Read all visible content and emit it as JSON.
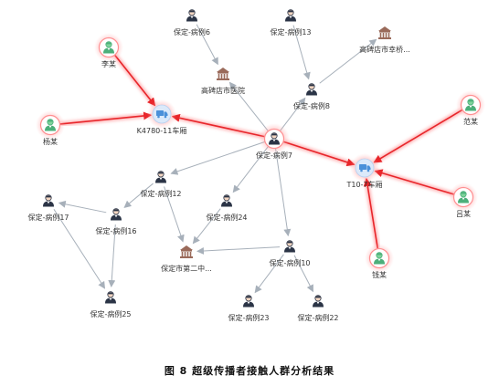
{
  "caption": "图 8 超级传播者接触人群分析结果",
  "colors": {
    "edge_normal": "#a7b0ba",
    "edge_highlight": "#e8262b",
    "glow": "#f24b4f",
    "person_dark": "#2b3446",
    "person_green": "#4caf7a",
    "place": "#9a6a5a",
    "vehicle": "#4a90d9"
  },
  "nodes": [
    {
      "id": "p6",
      "label": "保定-病例6",
      "kind": "case"
    },
    {
      "id": "p13",
      "label": "保定-病例13",
      "kind": "case"
    },
    {
      "id": "store",
      "label": "高碑店市幸桥...",
      "kind": "place"
    },
    {
      "id": "li",
      "label": "李某",
      "kind": "contact"
    },
    {
      "id": "hosp",
      "label": "高碑店市医院",
      "kind": "place"
    },
    {
      "id": "p8",
      "label": "保定-病例8",
      "kind": "case"
    },
    {
      "id": "fan",
      "label": "范某",
      "kind": "contact"
    },
    {
      "id": "k4780",
      "label": "K4780-11车厢",
      "kind": "vehicle"
    },
    {
      "id": "yang",
      "label": "杨某",
      "kind": "contact"
    },
    {
      "id": "p7",
      "label": "保定-病例7",
      "kind": "superspreader"
    },
    {
      "id": "t10",
      "label": "T10-7车厢",
      "kind": "vehicle"
    },
    {
      "id": "p12",
      "label": "保定-病例12",
      "kind": "case"
    },
    {
      "id": "lv",
      "label": "吕某",
      "kind": "contact"
    },
    {
      "id": "p17",
      "label": "保定-病例17",
      "kind": "case"
    },
    {
      "id": "p24",
      "label": "保定-病例24",
      "kind": "case"
    },
    {
      "id": "p16",
      "label": "保定-病例16",
      "kind": "case"
    },
    {
      "id": "school",
      "label": "保定市第二中...",
      "kind": "place"
    },
    {
      "id": "p10",
      "label": "保定-病例10",
      "kind": "case"
    },
    {
      "id": "qian",
      "label": "钱某",
      "kind": "contact"
    },
    {
      "id": "p25",
      "label": "保定-病例25",
      "kind": "case"
    },
    {
      "id": "p23",
      "label": "保定-病例23",
      "kind": "case"
    },
    {
      "id": "p22",
      "label": "保定-病例22",
      "kind": "case"
    }
  ],
  "edges": [
    {
      "from": "li",
      "to": "k4780",
      "highlight": true
    },
    {
      "from": "yang",
      "to": "k4780",
      "highlight": true
    },
    {
      "from": "p7",
      "to": "k4780",
      "highlight": true
    },
    {
      "from": "p7",
      "to": "t10",
      "highlight": true
    },
    {
      "from": "fan",
      "to": "t10",
      "highlight": true
    },
    {
      "from": "lv",
      "to": "t10",
      "highlight": true
    },
    {
      "from": "qian",
      "to": "t10",
      "highlight": true
    },
    {
      "from": "p6",
      "to": "hosp",
      "highlight": false
    },
    {
      "from": "p13",
      "to": "p8",
      "highlight": false
    },
    {
      "from": "p8",
      "to": "store",
      "highlight": false
    },
    {
      "from": "p7",
      "to": "hosp",
      "highlight": false
    },
    {
      "from": "p7",
      "to": "p8",
      "highlight": false
    },
    {
      "from": "p7",
      "to": "p12",
      "highlight": false
    },
    {
      "from": "p7",
      "to": "p24",
      "highlight": false
    },
    {
      "from": "p7",
      "to": "p10",
      "highlight": false
    },
    {
      "from": "p12",
      "to": "p16",
      "highlight": false
    },
    {
      "from": "p12",
      "to": "school",
      "highlight": false
    },
    {
      "from": "p24",
      "to": "school",
      "highlight": false
    },
    {
      "from": "p10",
      "to": "school",
      "highlight": false
    },
    {
      "from": "p16",
      "to": "p17",
      "highlight": false
    },
    {
      "from": "p16",
      "to": "p25",
      "highlight": false
    },
    {
      "from": "p17",
      "to": "p25",
      "highlight": false
    },
    {
      "from": "p10",
      "to": "p23",
      "highlight": false
    },
    {
      "from": "p10",
      "to": "p22",
      "highlight": false
    }
  ]
}
